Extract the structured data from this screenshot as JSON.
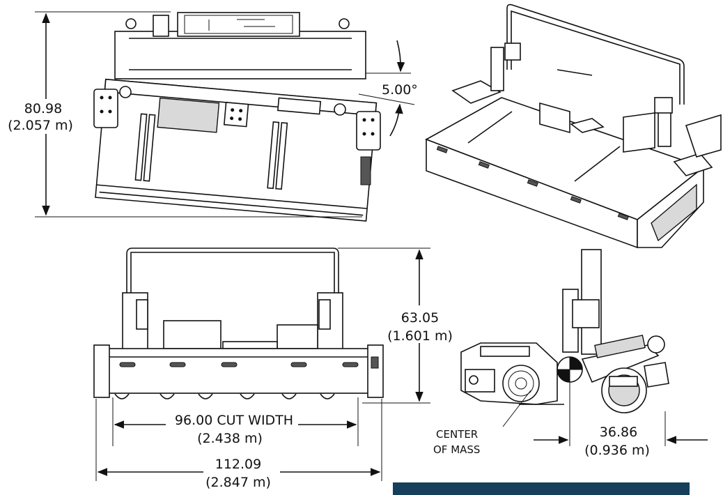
{
  "dimensions": {
    "height_tilted": {
      "value": "80.98",
      "metric": "(2.057 m)"
    },
    "tilt_angle": "5.00°",
    "height_front": {
      "value": "63.05",
      "metric": "(1.601 m)"
    },
    "cut_width": {
      "value": "96.00 CUT WIDTH",
      "metric": "(2.438 m)"
    },
    "overall_width": {
      "value": "112.09",
      "metric": "(2.847 m)"
    },
    "center_of_mass_offset": {
      "value": "36.86",
      "metric": "(0.936 m)"
    }
  },
  "labels": {
    "center_of_mass_line1": "CENTER",
    "center_of_mass_line2": "OF MASS"
  },
  "colors": {
    "line": "#111111",
    "banner": "#153f5a"
  }
}
